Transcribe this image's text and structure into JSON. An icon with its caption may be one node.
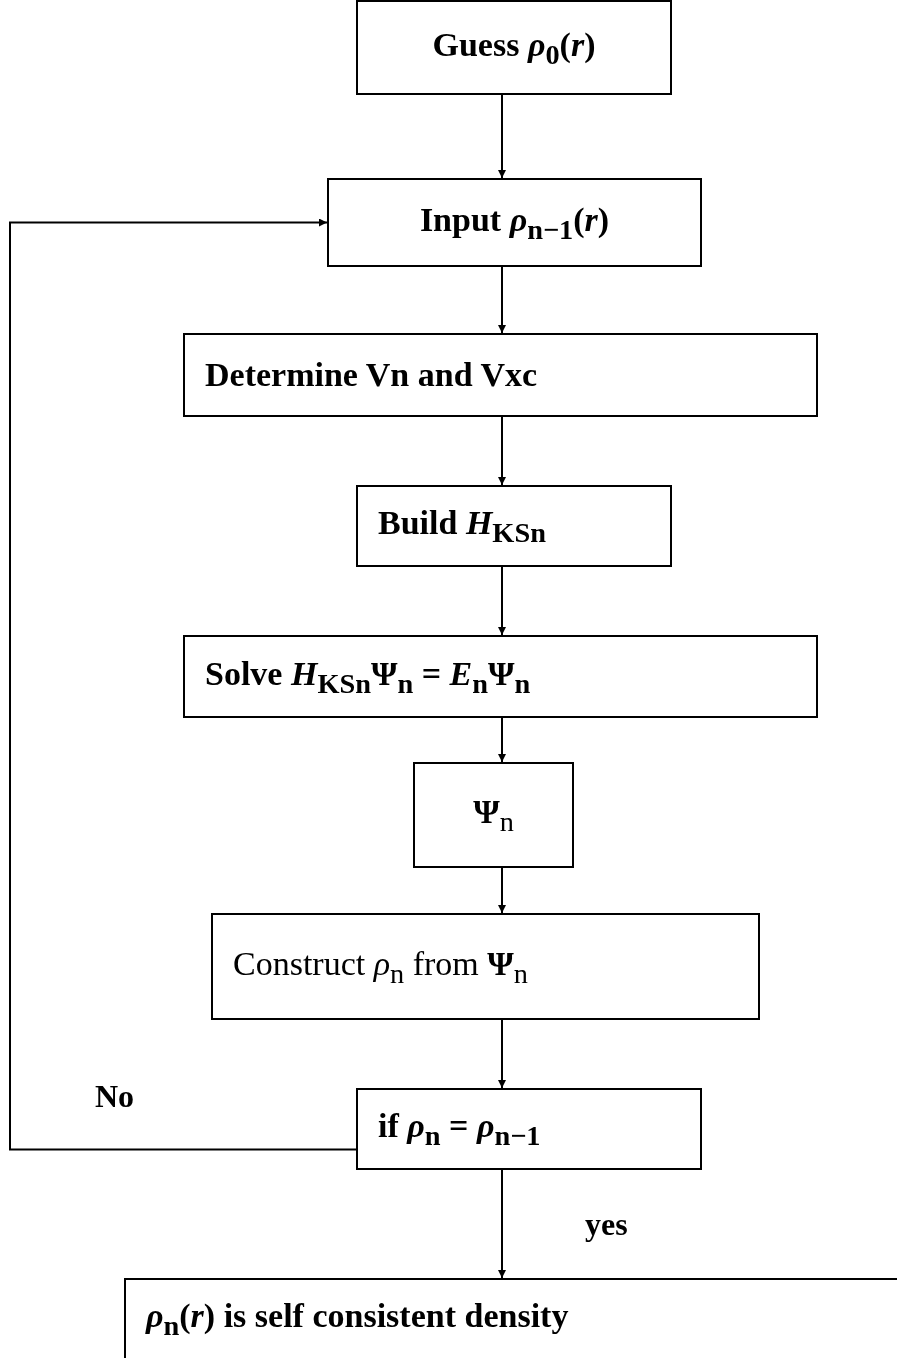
{
  "diagram": {
    "nodes": [
      {
        "text": [
          "Guess *ρ*$_{0}$(*r*)"
        ]
      },
      {
        "text": [
          "Input *ρ*$_{n−1}$(*r*)"
        ]
      },
      {
        "text": [
          "Determine Vn  and  Vxc"
        ]
      },
      {
        "text": [
          "Build *H*$_{KSn}$"
        ]
      },
      {
        "text": [
          "Solve *H*$_{KSn}$**Ψ**$_{n}$ = *E*$_{n}$**Ψ**$_{n}$"
        ]
      },
      {
        "text": [
          "**Ψ**$_{n}$"
        ]
      },
      {
        "text": [
          "Construct *ρ*$_{n}$ from **Ψ**$_{n}$"
        ]
      },
      {
        "text": [
          "if *ρ*$_{n}$ = *ρ*$_{n−1}$"
        ]
      },
      {
        "text": [
          "*ρ*$_{n}$(*r*) is self consistent density"
        ]
      }
    ],
    "edges": [
      {
        "from": 0,
        "to": 1,
        "arrow": "to"
      },
      {
        "from": 1,
        "to": 2,
        "arrow": "to"
      },
      {
        "from": 2,
        "to": 3,
        "arrow": "to"
      },
      {
        "from": 3,
        "to": 4,
        "arrow": "to"
      },
      {
        "from": 4,
        "to": 5,
        "arrow": "to"
      },
      {
        "from": 5,
        "to": 6,
        "arrow": "to"
      },
      {
        "from": 6,
        "to": 7,
        "arrow": "to"
      },
      {
        "from": 7,
        "to": 8,
        "arrow": "to",
        "label": "yes"
      },
      {
        "from": 7,
        "to": 1,
        "arrow": "to",
        "label": "No"
      }
    ]
  }
}
